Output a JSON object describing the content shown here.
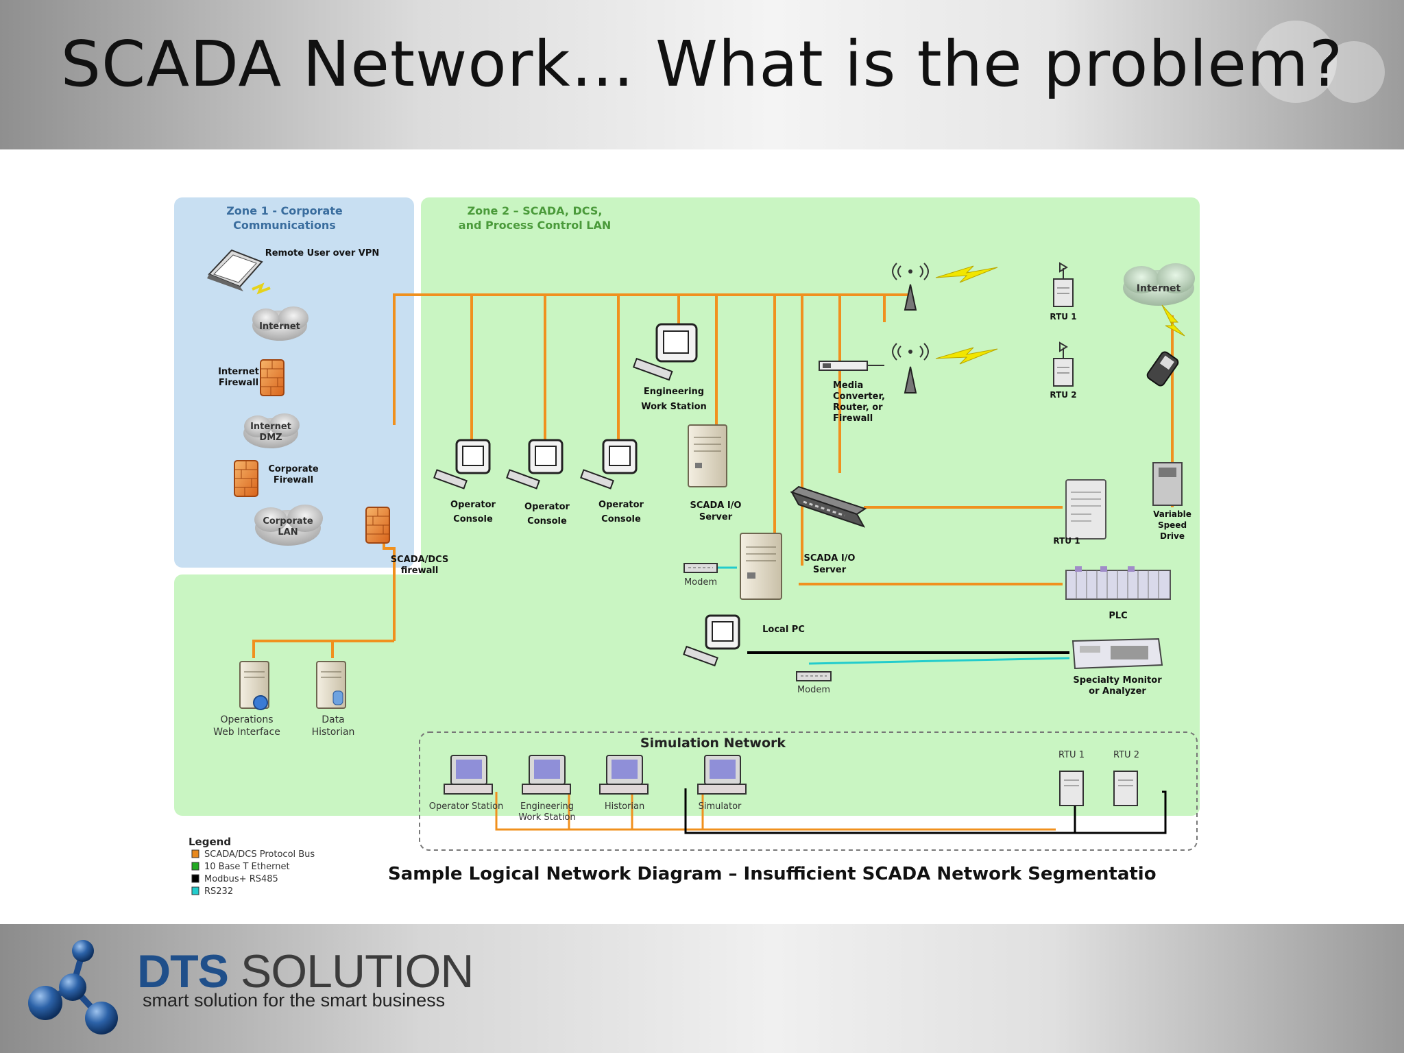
{
  "slide_title": "SCADA Network… What is the problem?",
  "zone1_title": [
    "Zone 1 - Corporate",
    "Communications"
  ],
  "zone2_title": [
    "Zone 2 – SCADA, DCS,",
    "and Process Control LAN"
  ],
  "zone1": {
    "remote_user": "Remote User over VPN",
    "internet": "Internet",
    "internet_firewall": [
      "Internet",
      "Firewall"
    ],
    "internet_dmz": [
      "Internet",
      "DMZ"
    ],
    "corporate_firewall": [
      "Corporate",
      "Firewall"
    ],
    "corporate_lan": [
      "Corporate",
      "LAN"
    ]
  },
  "scada_firewall": [
    "SCADA/DCS",
    "firewall"
  ],
  "operations_web": [
    "Operations",
    "Web Interface"
  ],
  "data_historian": [
    "Data",
    "Historian"
  ],
  "operator_console": [
    "Operator",
    "Console"
  ],
  "engineering_ws": [
    "Engineering",
    "Work Station"
  ],
  "scada_io_server": [
    "SCADA I/O",
    "Server"
  ],
  "media_converter": [
    "Media",
    "Converter,",
    "Router, or",
    "Firewall"
  ],
  "rtu1": "RTU 1",
  "rtu2": "RTU 2",
  "internet_right": "Internet",
  "vsd": [
    "Variable",
    "Speed",
    "Drive"
  ],
  "modem": "Modem",
  "plc": "PLC",
  "local_pc": "Local PC",
  "specialty_monitor": [
    "Specialty Monitor",
    "or Analyzer"
  ],
  "simulation": {
    "title": "Simulation Network",
    "operator_station": "Operator Station",
    "engineering_ws": [
      "Engineering",
      "Work Station"
    ],
    "historian": "Historian",
    "simulator": "Simulator",
    "rtu1": "RTU 1",
    "rtu2": "RTU 2"
  },
  "legend": {
    "title": "Legend",
    "items": [
      {
        "label": "SCADA/DCS Protocol Bus",
        "color": "#e8891e"
      },
      {
        "label": "10 Base T Ethernet",
        "color": "#22aa22"
      },
      {
        "label": "Modbus+ RS485",
        "color": "#000000"
      },
      {
        "label": "RS232",
        "color": "#22cccc"
      }
    ]
  },
  "diagram_caption": "Sample Logical Network Diagram – Insufficient SCADA Network Segmentatio",
  "brand": {
    "dts": "DTS",
    "solution": " SOLUTION",
    "tagline": "smart solution for the smart business"
  },
  "colors": {
    "zone1": "#c8dff2",
    "zone2": "#c9f5c2",
    "bus": "#f0901e",
    "ethernet": "#22aa22",
    "rs485": "#000000",
    "rs232": "#22cccc",
    "brand_blue": "#1f4f8a"
  }
}
